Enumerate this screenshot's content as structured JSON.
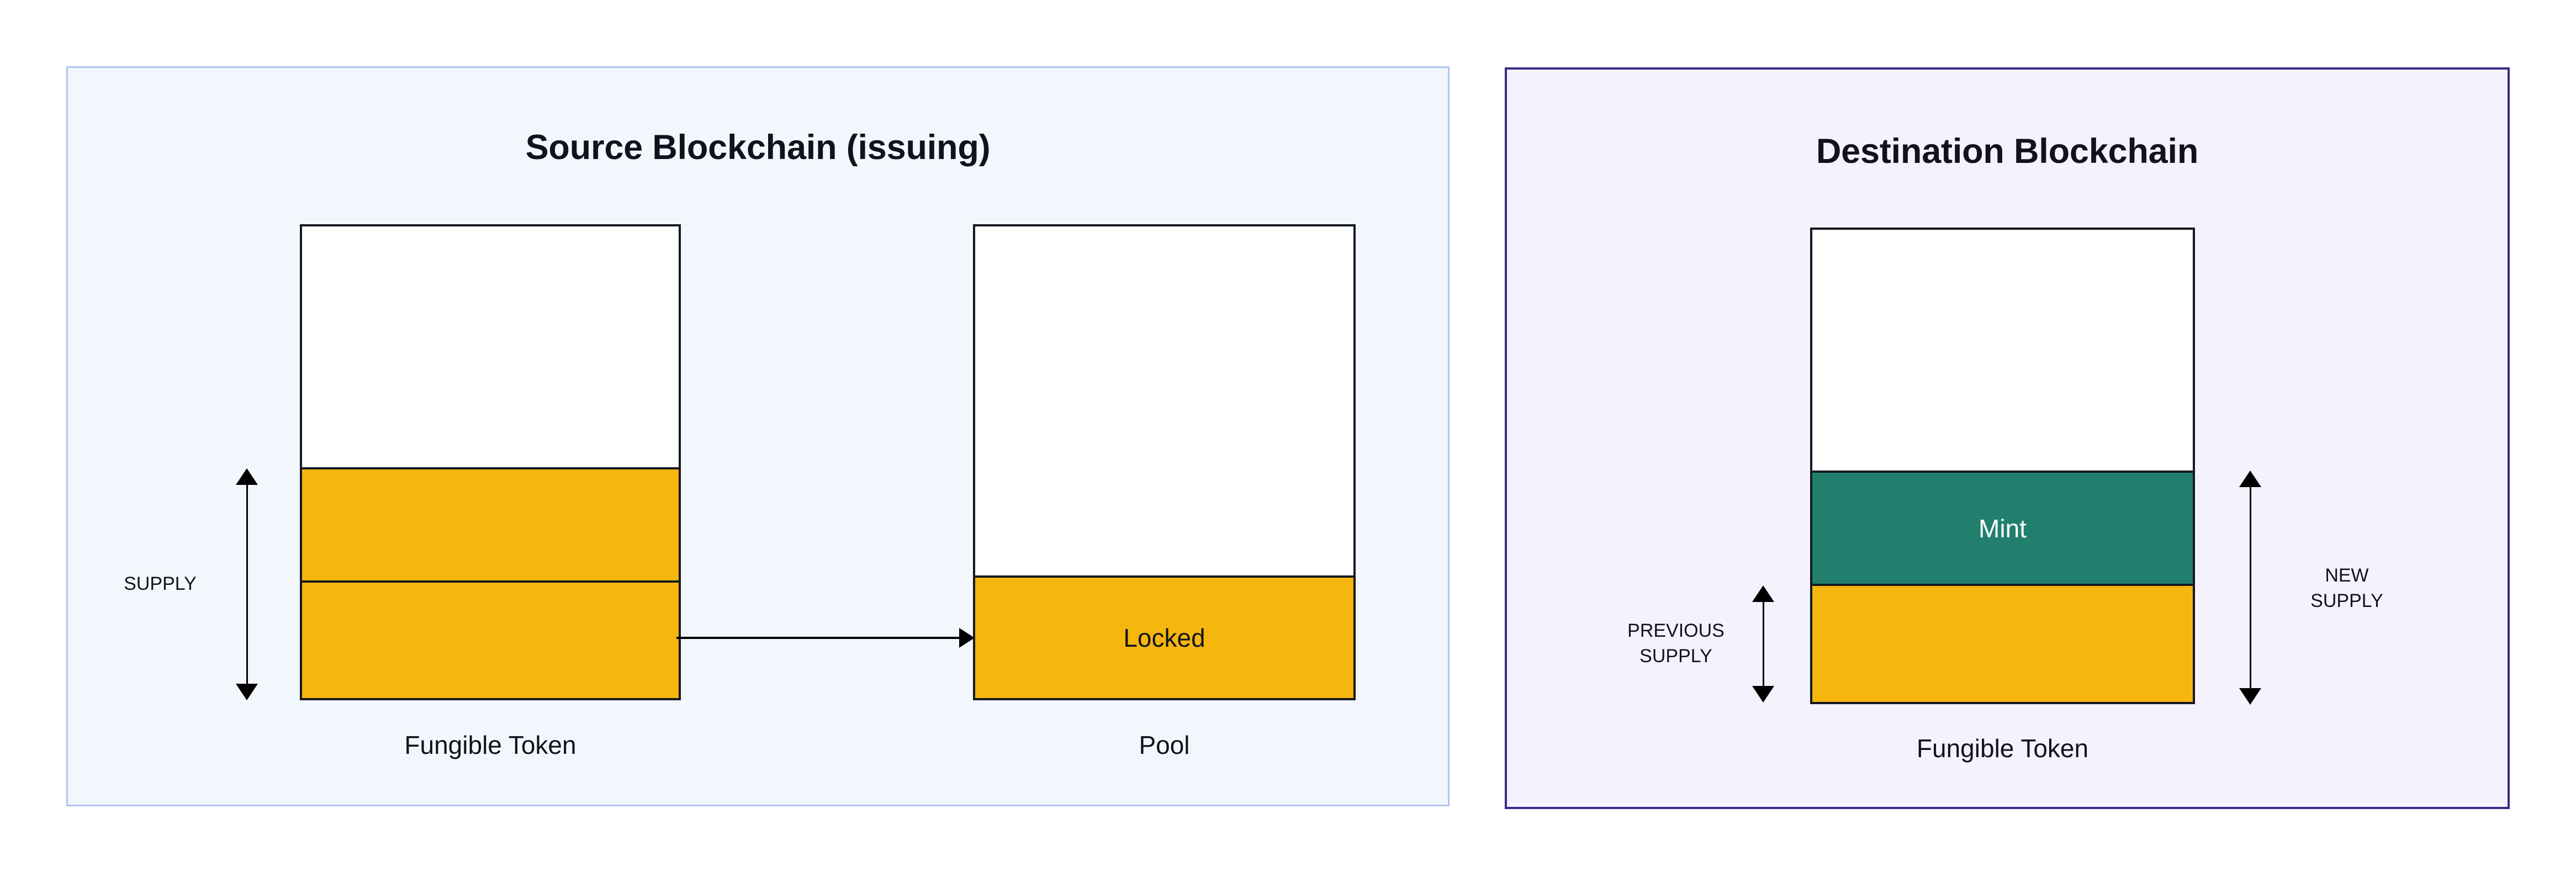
{
  "diagram": {
    "title_semantic": "lock-and-mint token bridge",
    "palette": {
      "token_yellow": "#f5b60e",
      "mint_teal": "#227f6e",
      "box_outline": "#16181f",
      "source_panel_bg": "#f2f7fd",
      "source_panel_border": "#adc6f0",
      "dest_panel_bg": "#f5f2fd",
      "dest_panel_border": "#3d2a85"
    }
  },
  "source_panel": {
    "title": "Source Blockchain (issuing)",
    "supply_measure": {
      "label": "SUPPLY"
    },
    "token_column": {
      "caption": "Fungible Token",
      "segments": [
        {
          "name": "headroom",
          "label": "",
          "fill": "white",
          "share": 51
        },
        {
          "name": "supply-upper",
          "label": "",
          "fill": "yellow",
          "share": 24
        },
        {
          "name": "supply-lower",
          "label": "",
          "fill": "yellow",
          "share": 25
        }
      ]
    },
    "pool_column": {
      "caption": "Pool",
      "segments": [
        {
          "name": "headroom",
          "label": "",
          "fill": "white",
          "share": 74
        },
        {
          "name": "locked",
          "label": "Locked",
          "fill": "yellow",
          "share": 26
        }
      ]
    },
    "transfer_arrow": {
      "label": ""
    }
  },
  "dest_panel": {
    "title": "Destination Blockchain",
    "previous_supply_measure": {
      "label": "PREVIOUS\nSUPPLY"
    },
    "new_supply_measure": {
      "label": "NEW\nSUPPLY"
    },
    "token_column": {
      "caption": "Fungible Token",
      "segments": [
        {
          "name": "headroom",
          "label": "",
          "fill": "white",
          "share": 51
        },
        {
          "name": "mint",
          "label": "Mint",
          "fill": "teal",
          "share": 24
        },
        {
          "name": "previous-supply",
          "label": "",
          "fill": "yellow",
          "share": 25
        }
      ]
    }
  }
}
